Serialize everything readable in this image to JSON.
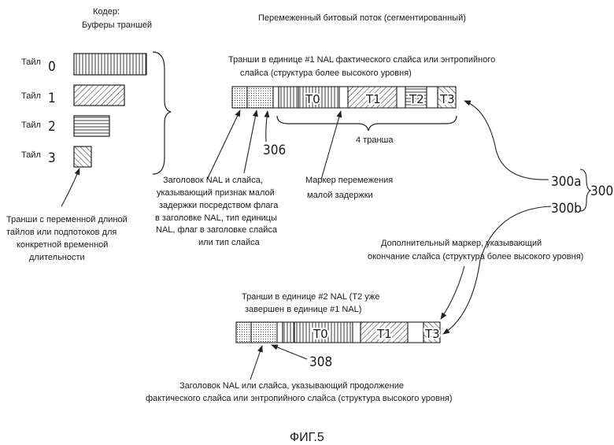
{
  "encoder": {
    "title_line1": "Кодер:",
    "title_line2": "Буферы траншей"
  },
  "tiles": [
    {
      "word": "Тайл",
      "num": "0"
    },
    {
      "word": "Тайл",
      "num": "1"
    },
    {
      "word": "Тайл",
      "num": "2"
    },
    {
      "word": "Тайл",
      "num": "3"
    }
  ],
  "tiles_note": [
    "Транши с переменной длиной",
    "тайлов или подпотоков для",
    "конкретной временной",
    "длительности"
  ],
  "stream_title": "Перемеженный битовый поток (сегментированный)",
  "nal1": {
    "caption_line1": "Транши в единице #1 NAL фактического слайса или энтропийного",
    "caption_line2": "слайса (структура более высокого уровня)",
    "t0": "T0",
    "t1": "T1",
    "t2": "T2",
    "t3": "T3",
    "ref": "306",
    "brace_label": "4 транша"
  },
  "nal_header_note": [
    "Заголовок NAL и слайса,",
    "указывающий признак малой",
    "задержки посредством флага",
    "в заголовке NAL, тип единицы",
    "NAL, флаг в заголовке слайса",
    "или тип слайса"
  ],
  "marker_note": [
    "Маркер перемежения",
    "малой задержки"
  ],
  "refs": {
    "a": "300a",
    "main": "300",
    "b": "300b"
  },
  "end_marker_note": [
    "Дополнительный маркер, указывающий",
    "окончание слайса (структура более высокого уровня)"
  ],
  "nal2": {
    "caption_line1": "Транши в единице #2 NAL (T2 уже",
    "caption_line2": "завершен в единице #1 NAL)",
    "t0": "T0",
    "t1": "T1",
    "t3": "T3",
    "ref": "308"
  },
  "continuation_note": [
    "Заголовок NAL или слайса, указывающий продолжение",
    "фактического слайса или энтропийного слайса (структура высокого уровня)"
  ],
  "figure_label": "ФИГ.5"
}
